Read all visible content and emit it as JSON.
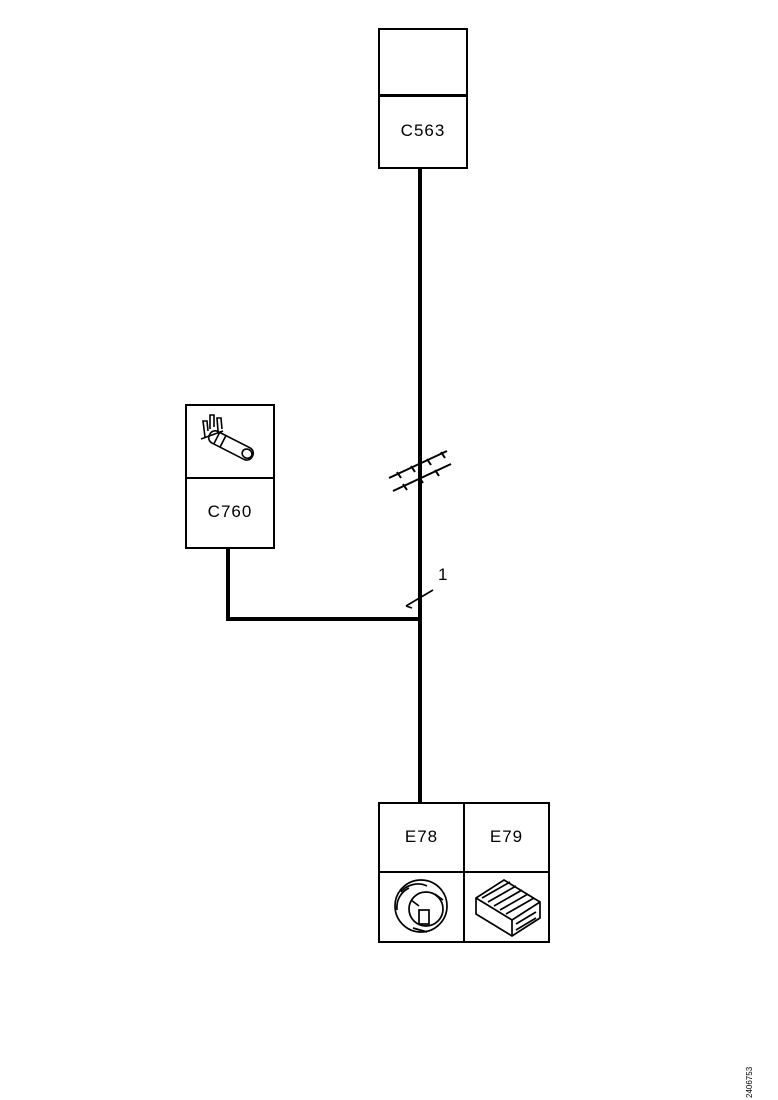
{
  "diagram": {
    "top_connector": {
      "label": "C563"
    },
    "left_connector": {
      "label": "C760"
    },
    "wire_label": "1",
    "bottom_table": {
      "cells": [
        {
          "label": "E78"
        },
        {
          "label": "E79"
        }
      ]
    },
    "corner_code": "2406753",
    "colors": {
      "ink": "#000000",
      "paper": "#ffffff"
    }
  }
}
